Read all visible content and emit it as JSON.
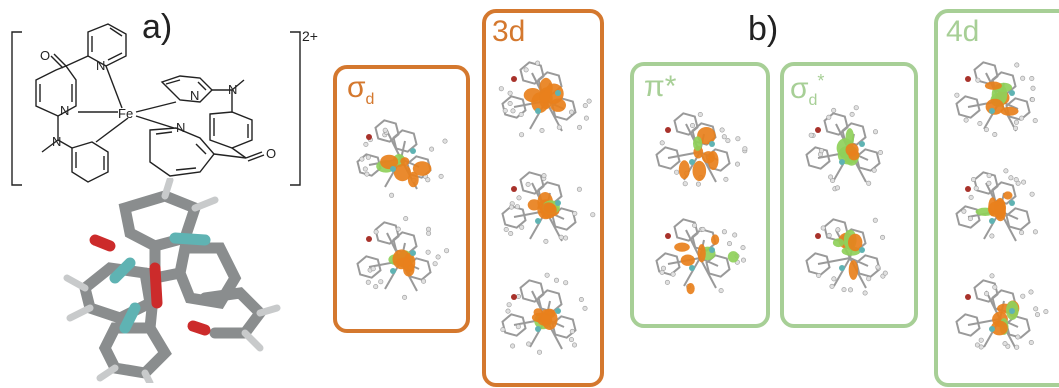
{
  "panel_a": {
    "label": "a)",
    "charge": "2+",
    "atoms": {
      "oxygen_top": "O",
      "oxygen_right": "O",
      "metal": "Fe",
      "nitrogens": [
        "N",
        "N",
        "N",
        "N",
        "N",
        "N"
      ]
    }
  },
  "panel_b": {
    "label": "b)",
    "colors": {
      "orange": "#d4782e",
      "green": "#a7cf96",
      "lobe_orange": "#e8801c",
      "lobe_green": "#8fd05a"
    },
    "boxes": [
      {
        "title": "σ",
        "subscript": "d",
        "superscript": "",
        "color": "orange",
        "molecule_count": 2
      },
      {
        "title": "3d",
        "subscript": "",
        "superscript": "",
        "color": "orange",
        "molecule_count": 3
      },
      {
        "title": "π*",
        "subscript": "",
        "superscript": "",
        "color": "green",
        "molecule_count": 2
      },
      {
        "title": "σ",
        "subscript": "d",
        "superscript": "*",
        "color": "green",
        "molecule_count": 2
      },
      {
        "title": "4d",
        "subscript": "",
        "superscript": "",
        "color": "green",
        "molecule_count": 3
      }
    ]
  }
}
